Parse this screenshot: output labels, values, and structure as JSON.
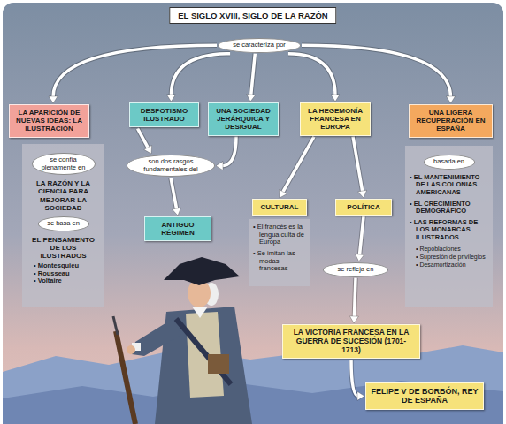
{
  "diagram": {
    "title": "EL SIGLO XVIII, SIGLO DE LA RAZÓN",
    "nodes": [
      {
        "text": [
          "se caracteriza por"
        ]
      },
      {
        "text": [
          "LA APARICIÓN DE NUEVAS IDEAS: LA ILUSTRACIÓN"
        ]
      },
      {
        "text": [
          "LA RAZÓN Y LA CIENCIA PARA MEJORAR LA SOCIEDAD",
          "EL PENSAMIENTO DE LOS ILUSTRADOS",
          "• Montesquieu",
          "• Rousseau",
          "• Voltaire"
        ]
      },
      {
        "text": [
          "se confía plenamente en"
        ],
        "in": 2
      },
      {
        "text": [
          "se basa en"
        ],
        "in": 2
      },
      {
        "text": [
          "DESPOTISMO ILUSTRADO"
        ]
      },
      {
        "text": [
          "UNA SOCIEDAD JERÁRQUICA Y DESIGUAL"
        ]
      },
      {
        "text": [
          "son dos rasgos fundamentales del"
        ]
      },
      {
        "text": [
          "ANTIGUO RÉGIMEN"
        ]
      },
      {
        "text": [
          "LA HEGEMONÍA FRANCESA EN EUROPA"
        ]
      },
      {
        "text": [
          "CULTURAL"
        ]
      },
      {
        "text": [
          "• El francés es la lengua culta de Europa",
          "• Se imitan las modas francesas"
        ]
      },
      {
        "text": [
          "POLÍTICA"
        ]
      },
      {
        "text": [
          "se refleja en"
        ]
      },
      {
        "text": [
          "LA VICTORIA FRANCESA EN LA GUERRA DE SUCESIÓN (1701-1713)"
        ]
      },
      {
        "text": [
          "FELIPE V DE BORBÓN, REY DE ESPAÑA"
        ]
      },
      {
        "text": [
          "UNA LIGERA RECUPERACIÓN EN ESPAÑA"
        ]
      },
      {
        "text": [
          "• EL MANTENIMIENTO DE LAS COLONIAS AMERICANAS",
          "• EL CRECIMIENTO DEMOGRÁFICO",
          "• LAS REFORMAS DE LOS MONARCAS ILUSTRADOS",
          "• Repoblaciones",
          "• Supresión de privilegios",
          "• Desamortización"
        ]
      },
      {
        "text": [
          "basada en"
        ],
        "in": 17
      }
    ],
    "edges": [
      {
        "from": 0,
        "to": 1,
        "arrow": "to"
      },
      {
        "from": 0,
        "to": 5,
        "arrow": "to"
      },
      {
        "from": 0,
        "to": 6,
        "arrow": "to"
      },
      {
        "from": 0,
        "to": 9,
        "arrow": "to"
      },
      {
        "from": 0,
        "to": 16,
        "arrow": "to"
      },
      {
        "from": 5,
        "to": 7,
        "arrow": "to"
      },
      {
        "from": 6,
        "to": 7,
        "arrow": "to"
      },
      {
        "from": 7,
        "to": 8,
        "arrow": "to"
      },
      {
        "from": 9,
        "to": 10,
        "arrow": "to"
      },
      {
        "from": 9,
        "to": 12,
        "arrow": "to"
      },
      {
        "from": 12,
        "to": 13,
        "arrow": "to"
      },
      {
        "from": 13,
        "to": 14,
        "arrow": "to"
      },
      {
        "from": 14,
        "to": 15,
        "arrow": "to"
      }
    ]
  }
}
